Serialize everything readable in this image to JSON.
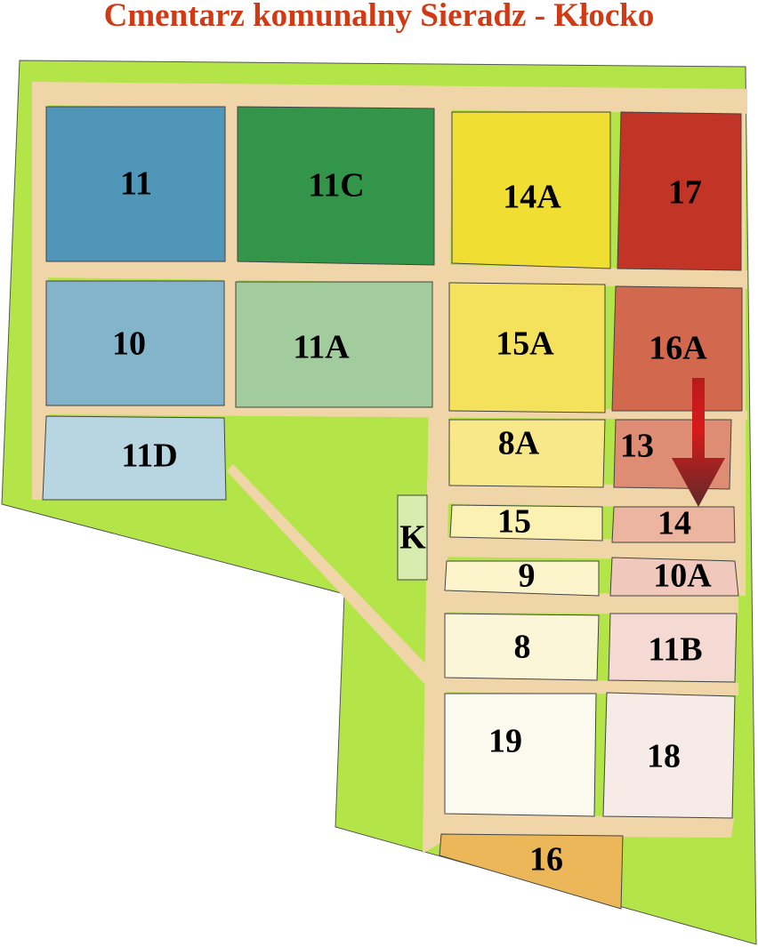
{
  "title": "Cmentarz komunalny Sieradz - Kłocko",
  "colors": {
    "grass": "#b3e548",
    "path": "#f0d5a8"
  },
  "sections": [
    {
      "id": "11",
      "color": "#4f96b8"
    },
    {
      "id": "11C",
      "color": "#33954a"
    },
    {
      "id": "14A",
      "color": "#f0de32"
    },
    {
      "id": "17",
      "color": "#c13426"
    },
    {
      "id": "10",
      "color": "#84b4ca"
    },
    {
      "id": "11A",
      "color": "#a2cb9e"
    },
    {
      "id": "15A",
      "color": "#f5e25c"
    },
    {
      "id": "16A",
      "color": "#d2684e"
    },
    {
      "id": "11D",
      "color": "#b8d6e2"
    },
    {
      "id": "8A",
      "color": "#f8e88a"
    },
    {
      "id": "13",
      "color": "#de8c74"
    },
    {
      "id": "K",
      "color": "#d8ecb0"
    },
    {
      "id": "15",
      "color": "#fbf1b2"
    },
    {
      "id": "14",
      "color": "#ecb5a0"
    },
    {
      "id": "9",
      "color": "#fcf5cc"
    },
    {
      "id": "10A",
      "color": "#f0c8bc"
    },
    {
      "id": "8",
      "color": "#fcf6d8"
    },
    {
      "id": "11B",
      "color": "#f4dad2"
    },
    {
      "id": "19",
      "color": "#fafaee"
    },
    {
      "id": "18",
      "color": "#f6ebe6"
    },
    {
      "id": "16",
      "color": "#ebb758"
    }
  ],
  "arrow": {
    "icon": "down-arrow-icon",
    "color": "#c8181a",
    "target": "14"
  }
}
